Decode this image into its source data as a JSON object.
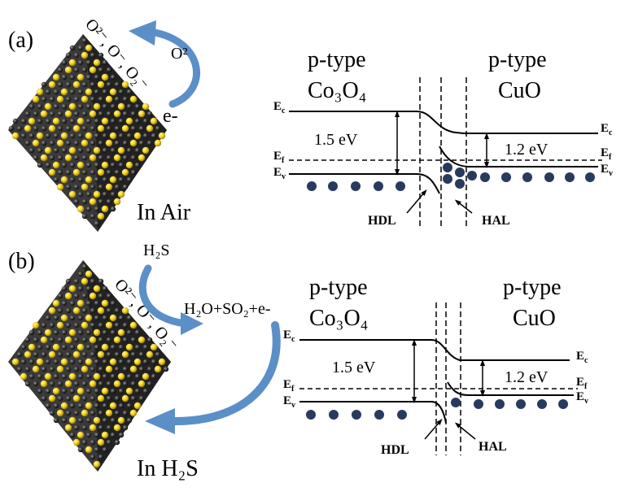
{
  "panels": [
    {
      "label": "(a)",
      "surface_species": "O²⁻, O⁻, O₂⁻",
      "adsorbed_gas": "O²",
      "electron": "e-",
      "condition": "In Air",
      "left_material": {
        "type": "p-type",
        "formula": "Co₃O₄",
        "gap": "1.5 eV"
      },
      "right_material": {
        "type": "p-type",
        "formula": "CuO",
        "gap": "1.2 eV"
      },
      "regions": {
        "hdl": "HDL",
        "hal": "HAL"
      },
      "levels": {
        "ec": "E",
        "ec_sub": "c",
        "ef": "E",
        "ef_sub": "f",
        "ev": "E",
        "ev_sub": "v"
      }
    },
    {
      "label": "(b)",
      "surface_species": "O²⁻, O⁻, O₂⁻",
      "reactant": "H₂S",
      "products": "H₂O+SO₂+e-",
      "condition": "In H₂S",
      "left_material": {
        "type": "p-type",
        "formula": "Co₃O₄",
        "gap": "1.5 eV"
      },
      "right_material": {
        "type": "p-type",
        "formula": "CuO",
        "gap": "1.2 eV"
      },
      "regions": {
        "hdl": "HDL",
        "hal": "HAL"
      },
      "levels": {
        "ec": "E",
        "ec_sub": "c",
        "ef": "E",
        "ef_sub": "f",
        "ev": "E",
        "ev_sub": "v"
      }
    }
  ],
  "colors": {
    "arrow": "#5b8fc7",
    "hole": "#283a5e",
    "atom_yellow": "#f2d21b",
    "atom_dark": "#2b2b2b"
  }
}
